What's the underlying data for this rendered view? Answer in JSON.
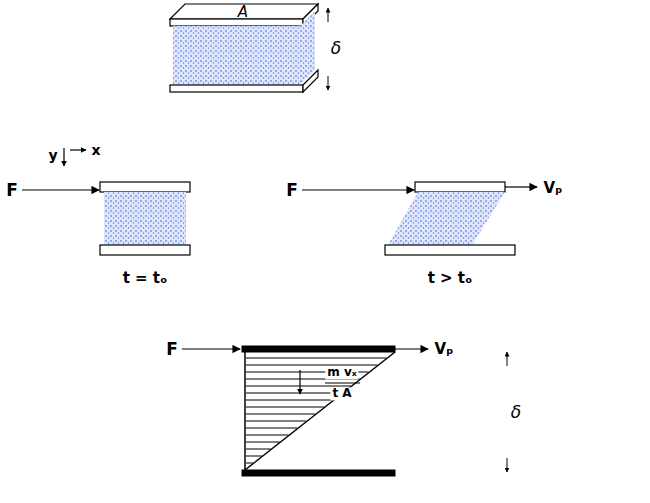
{
  "diagram": {
    "labels": [
      "A",
      "δ",
      "y",
      "x",
      "F",
      "t = tₒ",
      "F",
      "Vₚ",
      "t > tₒ",
      "F",
      "Vₚ",
      "m vₓ",
      "t A",
      "δ"
    ]
  }
}
